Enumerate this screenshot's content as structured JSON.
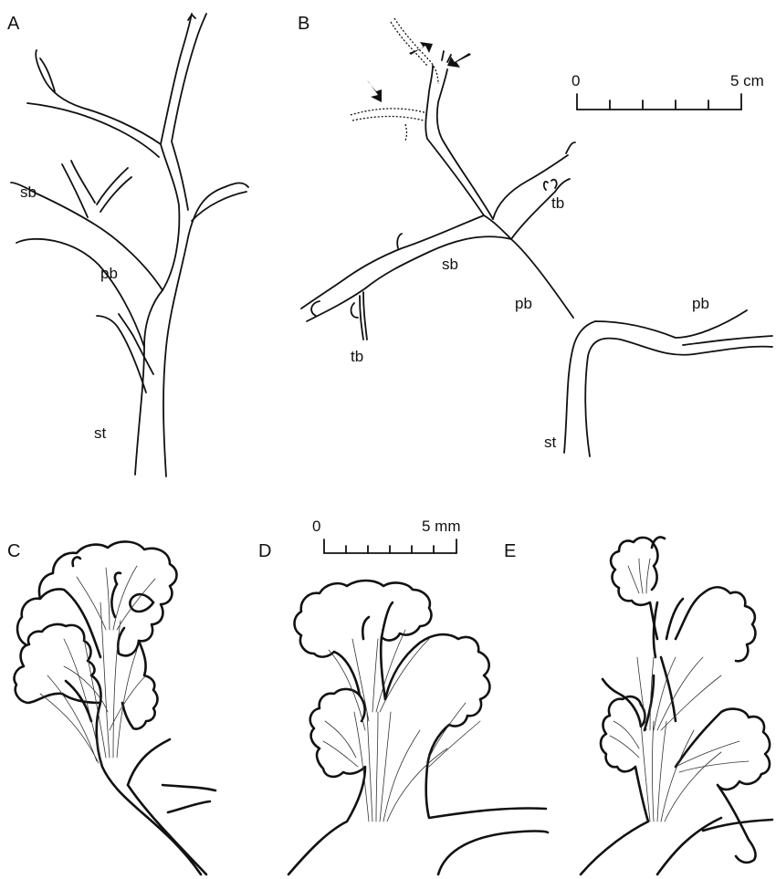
{
  "panels": {
    "A": "A",
    "B": "B",
    "C": "C",
    "D": "D",
    "E": "E"
  },
  "labels_A": {
    "sb": "sb",
    "pb": "pb",
    "st": "st"
  },
  "labels_B": {
    "tb1": "tb",
    "sb": "sb",
    "pb1": "pb",
    "pb2": "pb",
    "tb2": "tb",
    "st": "st"
  },
  "scale_cm": {
    "start": "0",
    "end": "5 cm"
  },
  "scale_mm": {
    "start": "0",
    "end": "5 mm"
  }
}
